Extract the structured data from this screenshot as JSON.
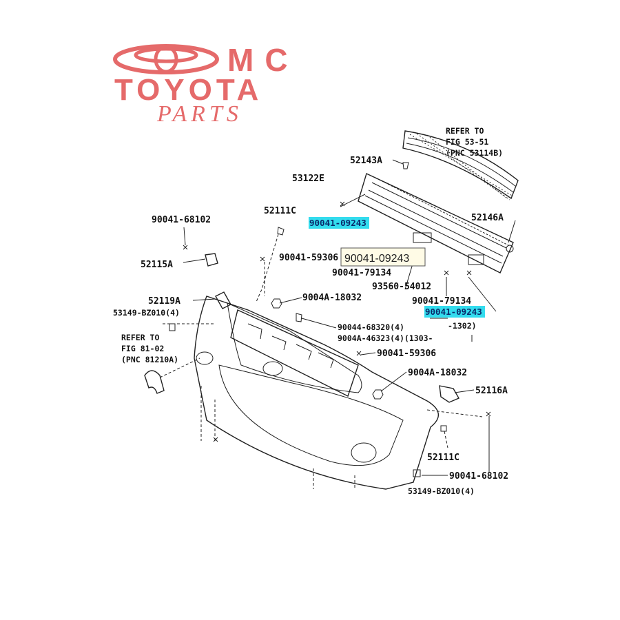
{
  "logo": {
    "line1": "MC",
    "line2": "TOYOTA",
    "line3": "PARTS",
    "color": "#e56a6a"
  },
  "tooltip": {
    "text": "90041-09243"
  },
  "highlight_color": "#33dcee",
  "labels": {
    "refer_top_1": "REFER TO",
    "refer_top_2": "FIG 53-51",
    "refer_top_3": "(PNC 53114B)",
    "p52143a": "52143A",
    "p53122e": "53122E",
    "p52111c_top": "52111C",
    "p90041_68102_left": "90041-68102",
    "p90041_09243_hl1": "90041-09243",
    "p52146a": "52146A",
    "p52115a": "52115A",
    "p90041_59306_top": "90041-59306",
    "p90041_79134_a": "90041-79134",
    "p93560_54012": "93560-54012",
    "p52119a": "52119A",
    "p9004a_18032_top": "9004A-18032",
    "p90041_79134_b": "90041-79134",
    "p53149_bz010": "53149-BZ010(4)",
    "p90041_09243_hl2": "90041-09243",
    "note_1302": "-1302)",
    "p90044_68320": "90044-68320(4)",
    "p9004a_46323": "9004A-46323(4)(1303-",
    "refer_left_1": "REFER TO",
    "refer_left_2": "FIG 81-02",
    "refer_left_3": "(PNC 81210A)",
    "p90041_59306_mid": "90041-59306",
    "p9004a_18032_mid": "9004A-18032",
    "p52116a": "52116A",
    "p52111c_bottom": "52111C",
    "p90041_68102_right": "90041-68102",
    "p53149_bottom": "53149-BZ010(4)"
  }
}
